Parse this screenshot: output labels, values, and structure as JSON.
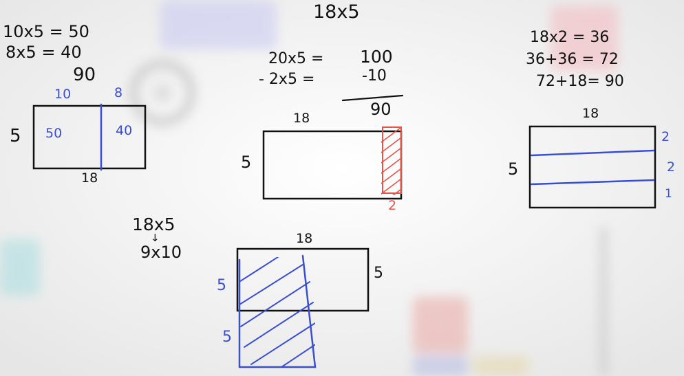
{
  "colors": {
    "ink": "#111111",
    "blue_ink": "#3a4fd0",
    "red_ink": "#e2564a",
    "background": "#f3f3f3"
  },
  "top_title": "18x5",
  "method_split": {
    "line1": "10x5 = 50",
    "line2": "8x5 = 40",
    "sum": "90",
    "label_10": "10",
    "label_8": "8",
    "label_5": "5",
    "label_50": "50",
    "label_40": "40",
    "label_18": "18"
  },
  "method_subtract": {
    "line1_left": "20x5 =",
    "line1_right": "100",
    "line2_left": "- 2x5 =",
    "line2_right": "-10",
    "result": "90",
    "label_18": "18",
    "label_5": "5",
    "label_2": "2"
  },
  "method_double": {
    "line1": "18x2 = 36",
    "line2": "36+36 = 72",
    "line3": "72+18= 90",
    "label_18": "18",
    "label_5": "5",
    "label_2a": "2",
    "label_2b": "2",
    "label_1": "1"
  },
  "method_halve": {
    "line1": "18x5",
    "arrow": "↓",
    "line2": "9x10",
    "label_18": "18",
    "label_5_right": "5",
    "label_5_top": "5",
    "label_5_bottom": "5"
  }
}
